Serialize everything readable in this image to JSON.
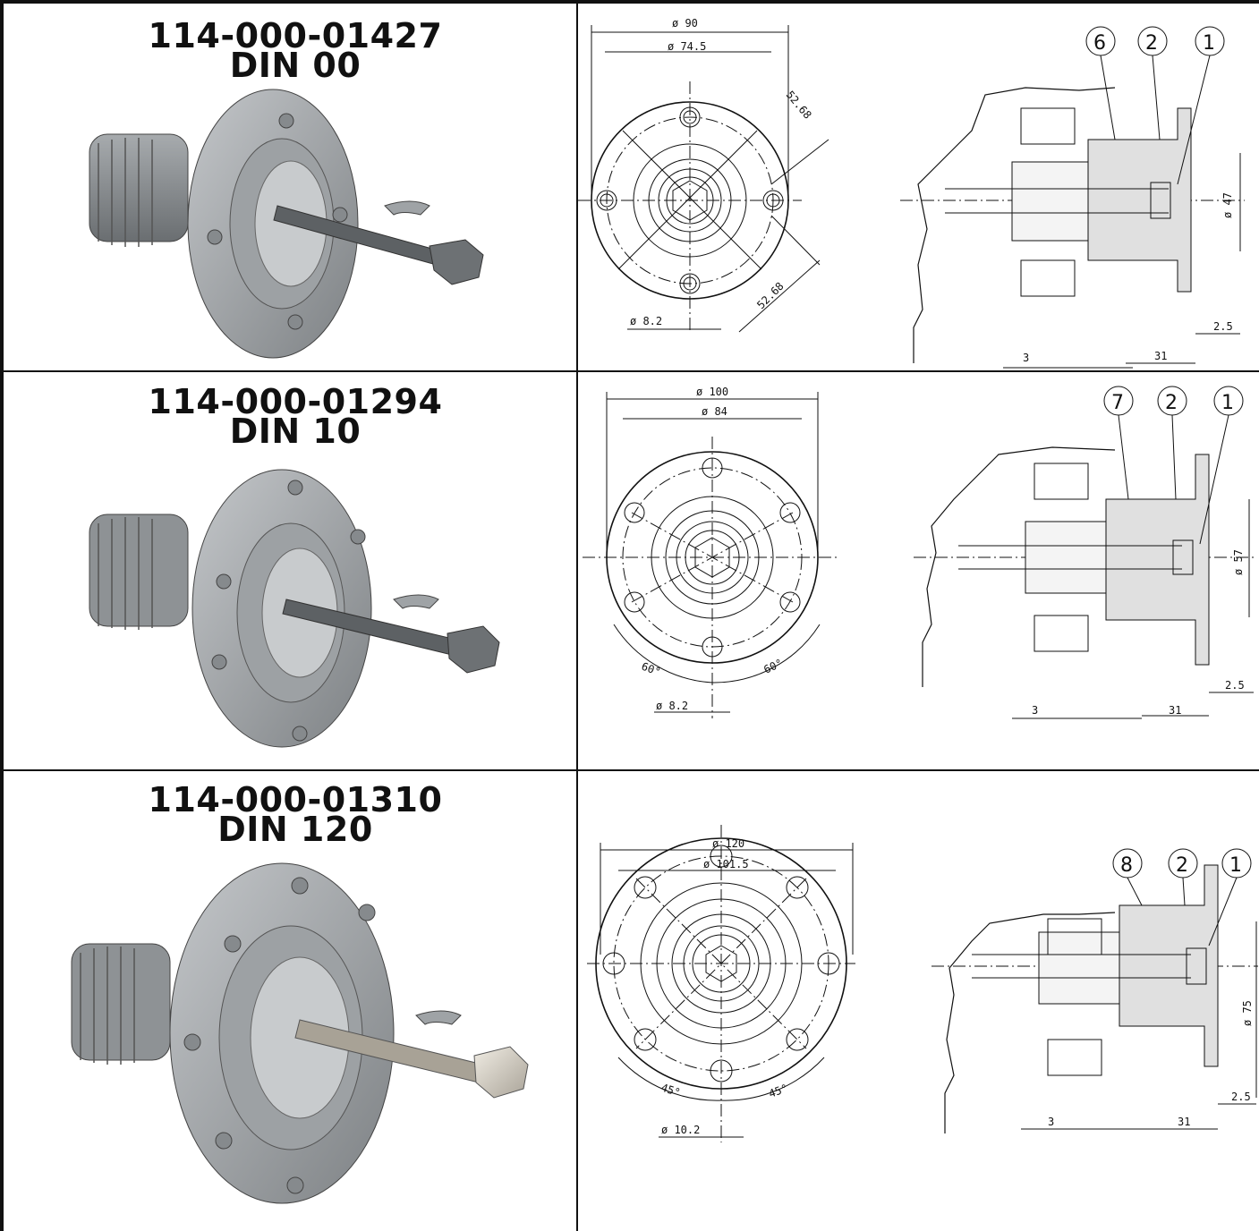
{
  "rows": [
    {
      "part_number": "114-000-01427",
      "din": "DIN 00",
      "front": {
        "outer_dia": "ø 90",
        "bolt_circle": "ø 74.5",
        "hole_dia": "ø 8.2",
        "diag_dim_1": "52.68",
        "diag_dim_2": "52.68"
      },
      "section": {
        "balloons": [
          "6",
          "2",
          "1"
        ],
        "bore": "ø 47",
        "dim_a": "3",
        "dim_b": "31",
        "dim_c": "2.5"
      }
    },
    {
      "part_number": "114-000-01294",
      "din": "DIN 10",
      "front": {
        "outer_dia": "ø 100",
        "bolt_circle": "ø 84",
        "hole_dia": "ø 8.2",
        "angle_1": "60°",
        "angle_2": "60°"
      },
      "section": {
        "balloons": [
          "7",
          "2",
          "1"
        ],
        "bore": "ø 57",
        "dim_a": "3",
        "dim_b": "31",
        "dim_c": "2.5"
      }
    },
    {
      "part_number": "114-000-01310",
      "din": "DIN 120",
      "front": {
        "outer_dia": "ø 120",
        "bolt_circle": "ø 101.5",
        "hole_dia": "ø 10.2",
        "angle_1": "45°",
        "angle_2": "45°"
      },
      "section": {
        "balloons": [
          "8",
          "2",
          "1"
        ],
        "bore": "ø 75",
        "dim_a": "3",
        "dim_b": "31",
        "dim_c": "2.5"
      }
    }
  ],
  "colors": {
    "line": "#111111",
    "metal_light": "#b9bcbf",
    "metal_mid": "#8d9194",
    "metal_dark": "#5d6164"
  }
}
